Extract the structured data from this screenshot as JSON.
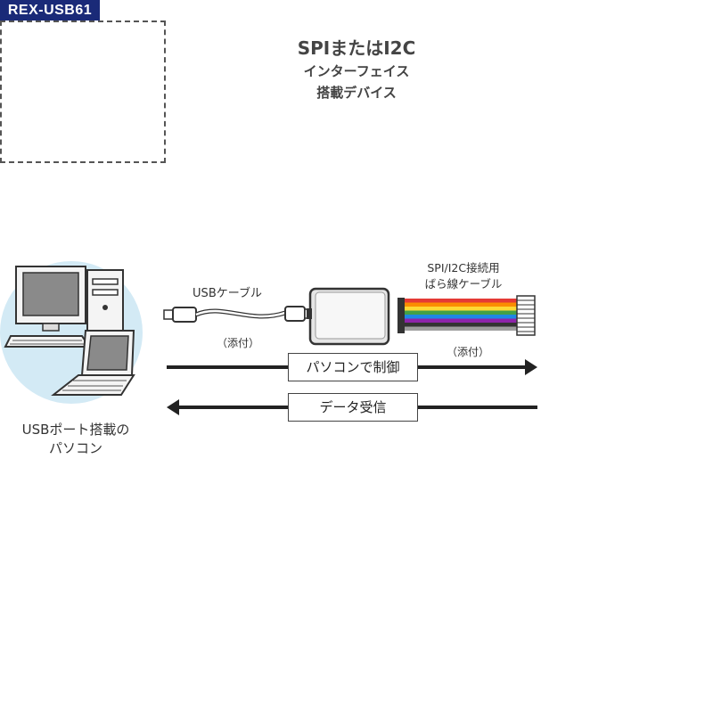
{
  "pc": {
    "label_line1": "USBポート搭載の",
    "label_line2": "パソコン",
    "icon": "computer-icon"
  },
  "usb_cable": {
    "label": "USBケーブル",
    "note": "（添付）",
    "icon": "usb-cable-icon"
  },
  "adapter": {
    "model": "REX-USB61",
    "icon": "adapter-icon"
  },
  "spi_cable": {
    "label_line1": "SPI/I2C接続用",
    "label_line2": "ばら線ケーブル",
    "note": "（添付）",
    "icon": "ribbon-cable-icon"
  },
  "flows": {
    "control": "パソコンで制御",
    "receive": "データ受信"
  },
  "device": {
    "line1": "SPIまたはI2C",
    "line2": "インターフェイス",
    "line3": "搭載デバイス"
  },
  "colors": {
    "badge": "#1a2a78",
    "circle": "#d3eaf5",
    "arrow": "#222222",
    "ribbon": [
      "#e53935",
      "#fb8c00",
      "#fdd835",
      "#43a047",
      "#1e88e5",
      "#8e24aa",
      "#333333",
      "#9e9e9e"
    ]
  }
}
